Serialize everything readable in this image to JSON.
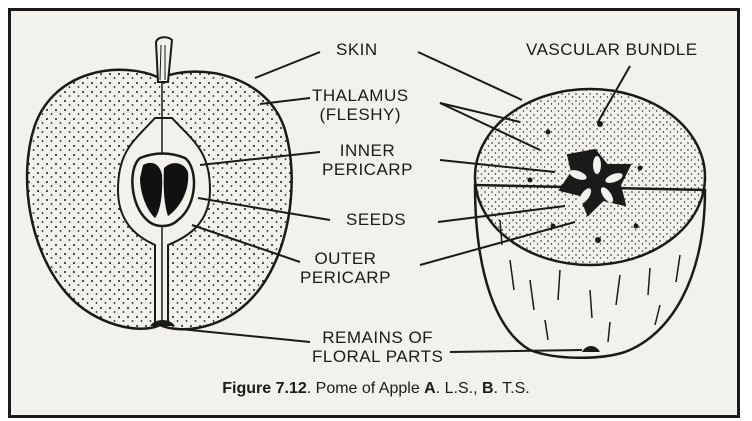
{
  "labels": {
    "skin": "SKIN",
    "thalamus_line1": "THALAMUS",
    "thalamus_line2": "(FLESHY)",
    "inner_line1": "INNER",
    "inner_line2": "PERICARP",
    "seeds": "SEEDS",
    "outer_line1": "OUTER",
    "outer_line2": "PERICARP",
    "remains_line1": "REMAINS OF",
    "remains_line2": "FLORAL PARTS",
    "vascular": "VASCULAR BUNDLE"
  },
  "caption": {
    "figure": "Figure 7.12",
    "text1": ". Pome of Apple ",
    "a": "A",
    "text2": ". L.S., ",
    "b": "B",
    "text3": ". T.S."
  },
  "colors": {
    "ink": "#1a1a1a",
    "paper": "#f3f1ec"
  }
}
